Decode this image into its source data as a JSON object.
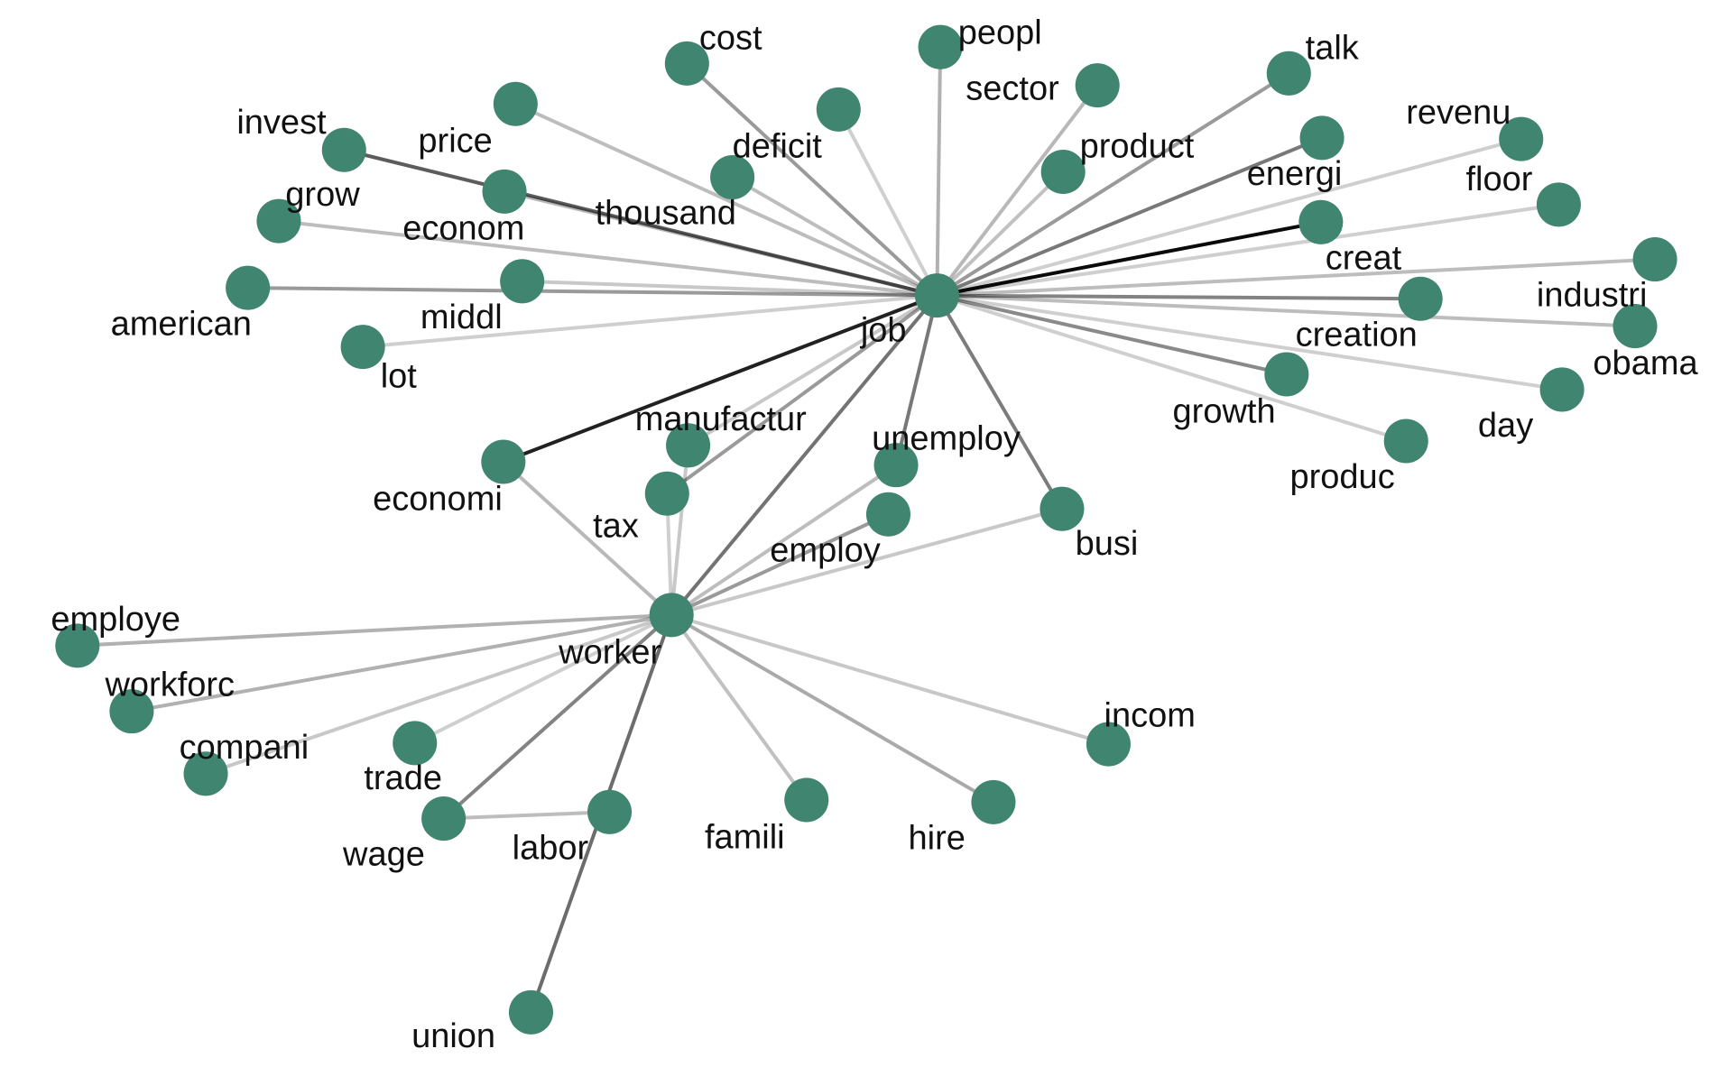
{
  "colors": {
    "node": "#3f8570",
    "label": "#111111",
    "edge": "#000000",
    "background": "#ffffff"
  },
  "nodes": [
    {
      "id": "job",
      "label": "job"
    },
    {
      "id": "worker",
      "label": "worker"
    },
    {
      "id": "cost",
      "label": "cost"
    },
    {
      "id": "peopl",
      "label": "peopl"
    },
    {
      "id": "talk",
      "label": "talk"
    },
    {
      "id": "sector",
      "label": "sector"
    },
    {
      "id": "invest",
      "label": "invest"
    },
    {
      "id": "price",
      "label": "price"
    },
    {
      "id": "deficit",
      "label": "deficit"
    },
    {
      "id": "revenu",
      "label": "revenu"
    },
    {
      "id": "product",
      "label": "product"
    },
    {
      "id": "energi",
      "label": "energi"
    },
    {
      "id": "floor",
      "label": "floor"
    },
    {
      "id": "grow",
      "label": "grow"
    },
    {
      "id": "econom",
      "label": "econom"
    },
    {
      "id": "thousand",
      "label": "thousand"
    },
    {
      "id": "creat",
      "label": "creat"
    },
    {
      "id": "industri",
      "label": "industri"
    },
    {
      "id": "american",
      "label": "american"
    },
    {
      "id": "middl",
      "label": "middl"
    },
    {
      "id": "creation",
      "label": "creation"
    },
    {
      "id": "obama",
      "label": "obama"
    },
    {
      "id": "lot",
      "label": "lot"
    },
    {
      "id": "growth",
      "label": "growth"
    },
    {
      "id": "day",
      "label": "day"
    },
    {
      "id": "manufactur",
      "label": "manufactur"
    },
    {
      "id": "unemploy",
      "label": "unemploy"
    },
    {
      "id": "produc",
      "label": "produc"
    },
    {
      "id": "economi",
      "label": "economi"
    },
    {
      "id": "tax",
      "label": "tax"
    },
    {
      "id": "employ",
      "label": "employ"
    },
    {
      "id": "busi",
      "label": "busi"
    },
    {
      "id": "employe",
      "label": "employe"
    },
    {
      "id": "workforc",
      "label": "workforc"
    },
    {
      "id": "compani",
      "label": "compani"
    },
    {
      "id": "trade",
      "label": "trade"
    },
    {
      "id": "incom",
      "label": "incom"
    },
    {
      "id": "wage",
      "label": "wage"
    },
    {
      "id": "labor",
      "label": "labor"
    },
    {
      "id": "famili",
      "label": "famili"
    },
    {
      "id": "hire",
      "label": "hire"
    },
    {
      "id": "union",
      "label": "union"
    }
  ],
  "edges": [
    {
      "source": "job",
      "target": "creat",
      "weight": 0.98
    },
    {
      "source": "job",
      "target": "economi",
      "weight": 0.88
    },
    {
      "source": "job",
      "target": "invest",
      "weight": 0.62
    },
    {
      "source": "job",
      "target": "energi",
      "weight": 0.5
    },
    {
      "source": "job",
      "target": "talk",
      "weight": 0.35
    },
    {
      "source": "job",
      "target": "cost",
      "weight": 0.35
    },
    {
      "source": "job",
      "target": "creation",
      "weight": 0.45
    },
    {
      "source": "job",
      "target": "growth",
      "weight": 0.42
    },
    {
      "source": "job",
      "target": "busi",
      "weight": 0.48
    },
    {
      "source": "job",
      "target": "worker",
      "weight": 0.52
    },
    {
      "source": "job",
      "target": "unemploy",
      "weight": 0.5
    },
    {
      "source": "job",
      "target": "american",
      "weight": 0.35
    },
    {
      "source": "job",
      "target": "peopl",
      "weight": 0.25
    },
    {
      "source": "job",
      "target": "sector",
      "weight": 0.22
    },
    {
      "source": "job",
      "target": "deficit",
      "weight": 0.12
    },
    {
      "source": "job",
      "target": "price",
      "weight": 0.2
    },
    {
      "source": "job",
      "target": "grow",
      "weight": 0.2
    },
    {
      "source": "job",
      "target": "econom",
      "weight": 0.22
    },
    {
      "source": "job",
      "target": "thousand",
      "weight": 0.2
    },
    {
      "source": "job",
      "target": "middl",
      "weight": 0.15
    },
    {
      "source": "job",
      "target": "lot",
      "weight": 0.12
    },
    {
      "source": "job",
      "target": "product",
      "weight": 0.18
    },
    {
      "source": "job",
      "target": "revenu",
      "weight": 0.12
    },
    {
      "source": "job",
      "target": "floor",
      "weight": 0.12
    },
    {
      "source": "job",
      "target": "industri",
      "weight": 0.2
    },
    {
      "source": "job",
      "target": "obama",
      "weight": 0.2
    },
    {
      "source": "job",
      "target": "day",
      "weight": 0.12
    },
    {
      "source": "job",
      "target": "produc",
      "weight": 0.12
    },
    {
      "source": "job",
      "target": "manufactur",
      "weight": 0.15
    },
    {
      "source": "job",
      "target": "tax",
      "weight": 0.35
    },
    {
      "source": "worker",
      "target": "economi",
      "weight": 0.22
    },
    {
      "source": "worker",
      "target": "tax",
      "weight": 0.12
    },
    {
      "source": "worker",
      "target": "manufactur",
      "weight": 0.15
    },
    {
      "source": "worker",
      "target": "employ",
      "weight": 0.35
    },
    {
      "source": "worker",
      "target": "unemploy",
      "weight": 0.2
    },
    {
      "source": "worker",
      "target": "busi",
      "weight": 0.15
    },
    {
      "source": "worker",
      "target": "employe",
      "weight": 0.25
    },
    {
      "source": "worker",
      "target": "workforc",
      "weight": 0.25
    },
    {
      "source": "worker",
      "target": "compani",
      "weight": 0.15
    },
    {
      "source": "worker",
      "target": "trade",
      "weight": 0.12
    },
    {
      "source": "worker",
      "target": "wage",
      "weight": 0.45
    },
    {
      "source": "worker",
      "target": "union",
      "weight": 0.55
    },
    {
      "source": "worker",
      "target": "famili",
      "weight": 0.18
    },
    {
      "source": "worker",
      "target": "hire",
      "weight": 0.28
    },
    {
      "source": "worker",
      "target": "incom",
      "weight": 0.15
    },
    {
      "source": "wage",
      "target": "labor",
      "weight": 0.2
    }
  ]
}
